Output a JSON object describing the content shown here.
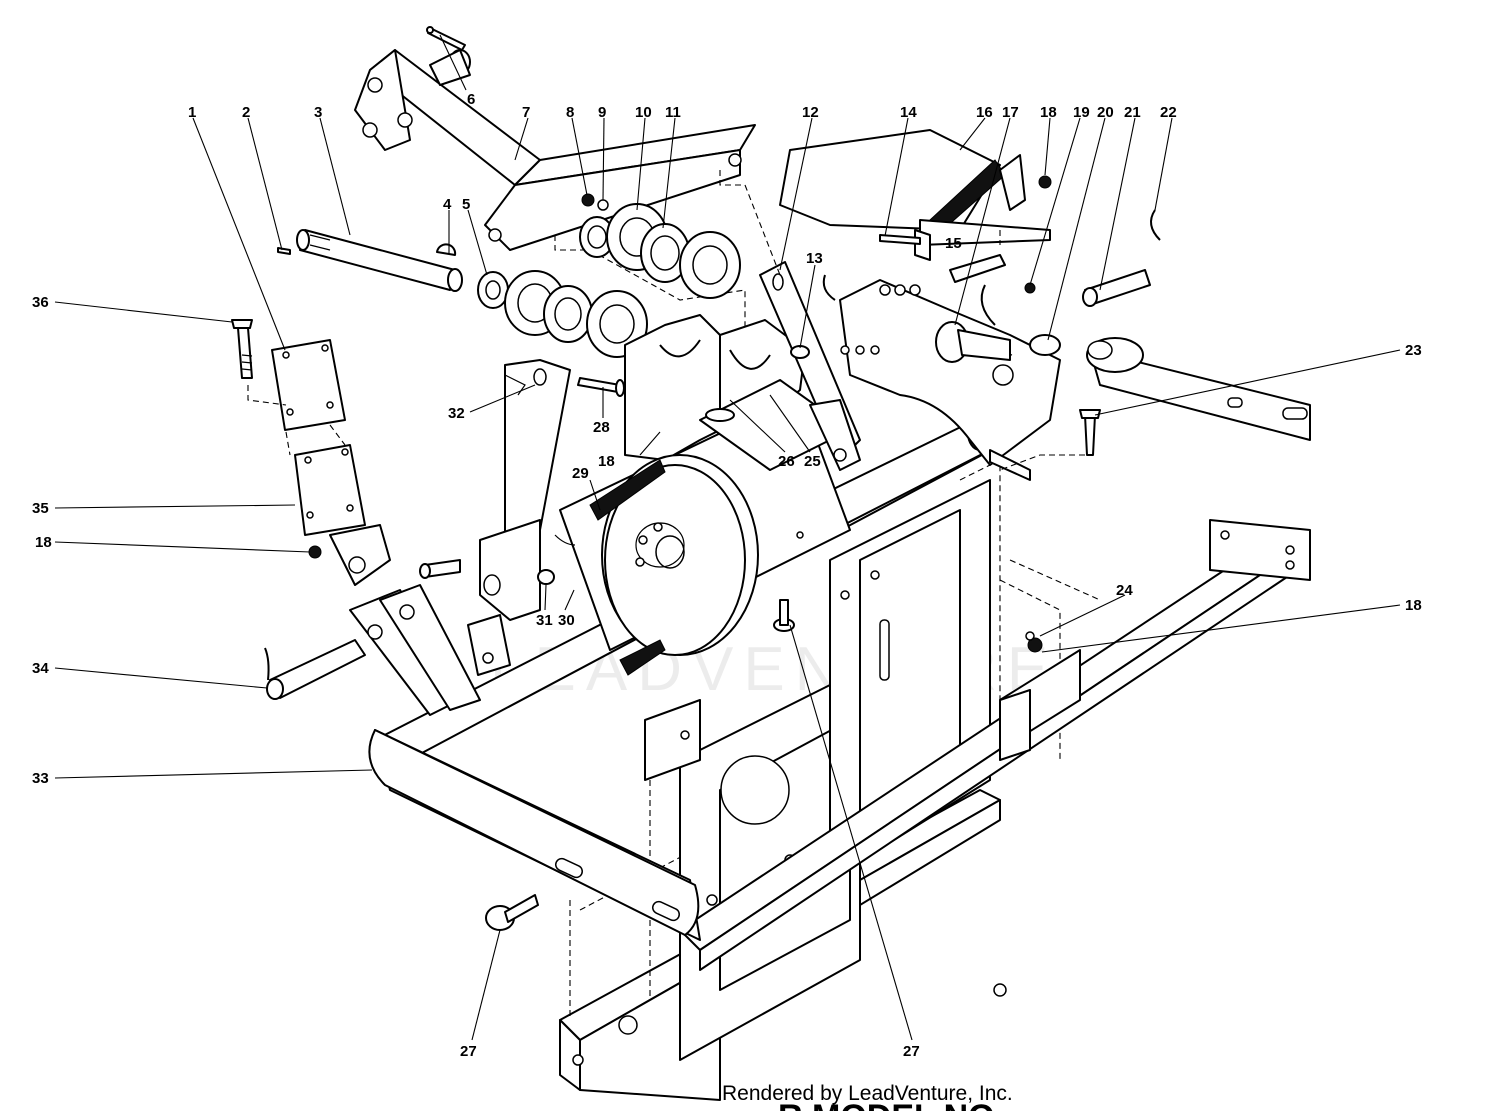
{
  "labels": [
    {
      "id": "1",
      "text": "1"
    },
    {
      "id": "2",
      "text": "2"
    },
    {
      "id": "3",
      "text": "3"
    },
    {
      "id": "4",
      "text": "4"
    },
    {
      "id": "5",
      "text": "5"
    },
    {
      "id": "6",
      "text": "6"
    },
    {
      "id": "7",
      "text": "7"
    },
    {
      "id": "8",
      "text": "8"
    },
    {
      "id": "9",
      "text": "9"
    },
    {
      "id": "10",
      "text": "10"
    },
    {
      "id": "11",
      "text": "11"
    },
    {
      "id": "12",
      "text": "12"
    },
    {
      "id": "13",
      "text": "13"
    },
    {
      "id": "14",
      "text": "14"
    },
    {
      "id": "15",
      "text": "15"
    },
    {
      "id": "16",
      "text": "16"
    },
    {
      "id": "17",
      "text": "17"
    },
    {
      "id": "18a",
      "text": "18"
    },
    {
      "id": "19",
      "text": "19"
    },
    {
      "id": "20",
      "text": "20"
    },
    {
      "id": "21",
      "text": "21"
    },
    {
      "id": "22",
      "text": "22"
    },
    {
      "id": "23",
      "text": "23"
    },
    {
      "id": "24",
      "text": "24"
    },
    {
      "id": "18b",
      "text": "18"
    },
    {
      "id": "25",
      "text": "25"
    },
    {
      "id": "26",
      "text": "26"
    },
    {
      "id": "18c",
      "text": "18"
    },
    {
      "id": "28",
      "text": "28"
    },
    {
      "id": "29",
      "text": "29"
    },
    {
      "id": "32",
      "text": "32"
    },
    {
      "id": "31",
      "text": "31"
    },
    {
      "id": "30",
      "text": "30"
    },
    {
      "id": "36",
      "text": "36"
    },
    {
      "id": "35",
      "text": "35"
    },
    {
      "id": "18d",
      "text": "18"
    },
    {
      "id": "34",
      "text": "34"
    },
    {
      "id": "33",
      "text": "33"
    },
    {
      "id": "27a",
      "text": "27"
    },
    {
      "id": "27b",
      "text": "27"
    }
  ],
  "watermark": "LEADVENTURE",
  "footer": {
    "credit": "Rendered by LeadVenture, Inc.",
    "model_line": "R MODEL NO"
  }
}
